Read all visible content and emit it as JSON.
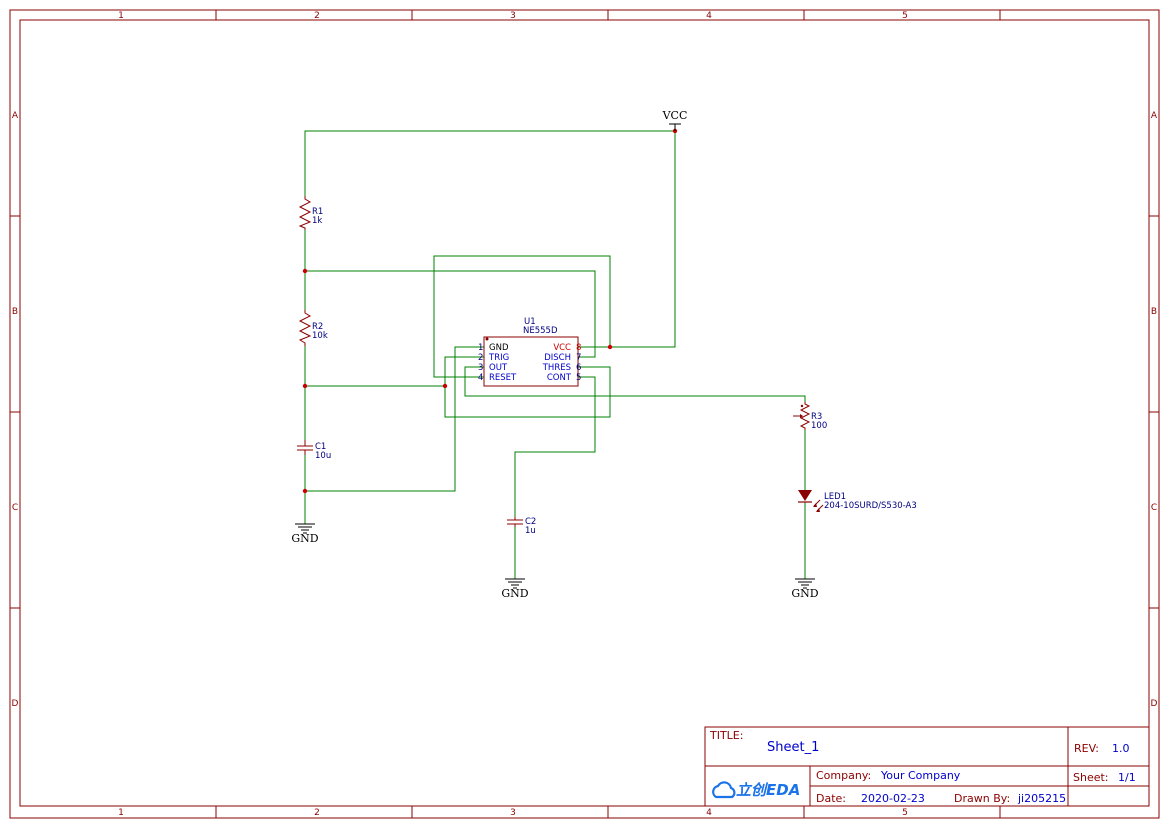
{
  "app": {
    "title": "Schematic Sheet_1"
  },
  "colors": {
    "frame": "#8b0000",
    "wire": "#008000",
    "component": "#8b0000",
    "text_blue": "#0000cc",
    "pin_red": "#cc0000",
    "junction": "#cc0000",
    "eda_logo": "#1a73e8"
  },
  "frame": {
    "col_labels": [
      "1",
      "2",
      "3",
      "4",
      "5"
    ],
    "row_labels": [
      "A",
      "B",
      "C",
      "D"
    ]
  },
  "power": {
    "vcc": "VCC",
    "gnd_left": "GND",
    "gnd_mid": "GND",
    "gnd_right": "GND"
  },
  "components": {
    "r1": {
      "ref": "R1",
      "value": "1k"
    },
    "r2": {
      "ref": "R2",
      "value": "10k"
    },
    "c1": {
      "ref": "C1",
      "value": "10u"
    },
    "c2": {
      "ref": "C2",
      "value": "1u"
    },
    "r3": {
      "ref": "R3",
      "value": "100"
    },
    "led1": {
      "ref": "LED1",
      "value": "204-10SURD/S530-A3"
    },
    "u1": {
      "ref": "U1",
      "value": "NE555D",
      "pins_left": [
        {
          "num": "1",
          "name": "GND"
        },
        {
          "num": "2",
          "name": "TRIG"
        },
        {
          "num": "3",
          "name": "OUT"
        },
        {
          "num": "4",
          "name": "RESET"
        }
      ],
      "pins_right": [
        {
          "num": "8",
          "name": "VCC"
        },
        {
          "num": "7",
          "name": "DISCH"
        },
        {
          "num": "6",
          "name": "THRES"
        },
        {
          "num": "5",
          "name": "CONT"
        }
      ]
    }
  },
  "title_block": {
    "title_label": "TITLE:",
    "title_value": "Sheet_1",
    "rev_label": "REV:",
    "rev_value": "1.0",
    "company_label": "Company:",
    "company_value": "Your Company",
    "sheet_label": "Sheet:",
    "sheet_value": "1/1",
    "date_label": "Date:",
    "date_value": "2020-02-23",
    "drawn_label": "Drawn By:",
    "drawn_value": "ji205215",
    "logo_text": "立创EDA",
    "logo_icon": "cloud-icon"
  }
}
